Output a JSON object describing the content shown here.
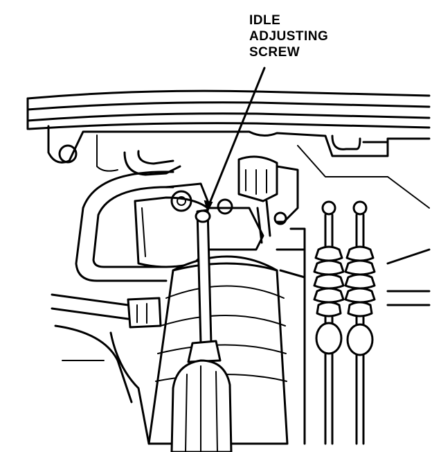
{
  "callout": {
    "lines": [
      "IDLE",
      "ADJUSTING",
      "SCREW"
    ]
  },
  "icons": {
    "engine": "throttle-body-illustration",
    "tool": "screwdriver-icon"
  },
  "colors": {
    "ink": "#000000",
    "paper": "#ffffff"
  }
}
